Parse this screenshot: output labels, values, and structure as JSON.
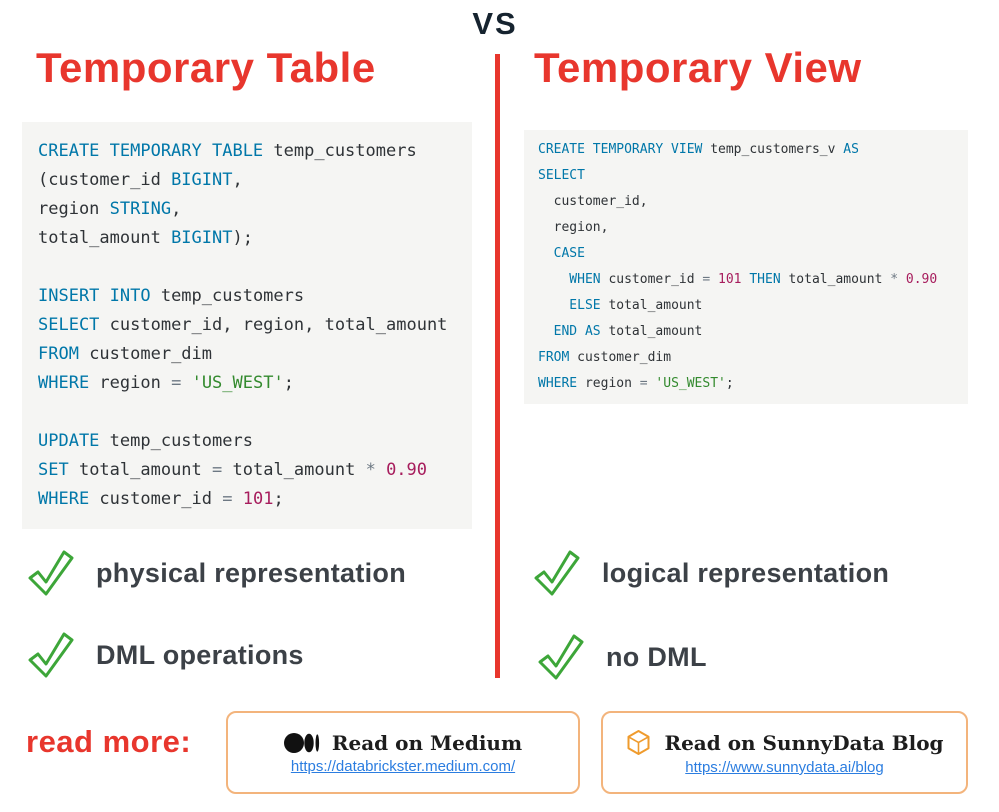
{
  "colors": {
    "accent_red": "#e8362d",
    "check_green": "#3da639",
    "keyword_blue": "#0077a9",
    "string_green": "#338a2e",
    "number_magenta": "#a71d5d",
    "link_blue": "#2b7de0",
    "card_border_orange": "#f3b47c"
  },
  "header": {
    "vs_label": "VS",
    "left_title": "Temporary Table",
    "right_title": "Temporary View"
  },
  "token_classes": {
    "k": "keyword",
    "p": "plain",
    "s": "string",
    "n": "number",
    "o": "operator"
  },
  "left_code": {
    "lines": [
      [
        [
          "k",
          "CREATE TEMPORARY TABLE"
        ],
        [
          "p",
          " temp_customers"
        ]
      ],
      [
        [
          "p",
          "(customer_id "
        ],
        [
          "k",
          "BIGINT"
        ],
        [
          "p",
          ","
        ]
      ],
      [
        [
          "p",
          "region "
        ],
        [
          "k",
          "STRING"
        ],
        [
          "p",
          ","
        ]
      ],
      [
        [
          "p",
          "total_amount "
        ],
        [
          "k",
          "BIGINT"
        ],
        [
          "p",
          ");"
        ]
      ],
      [],
      [
        [
          "k",
          "INSERT INTO"
        ],
        [
          "p",
          " temp_customers"
        ]
      ],
      [
        [
          "k",
          "SELECT"
        ],
        [
          "p",
          " customer_id, region, total_amount"
        ]
      ],
      [
        [
          "k",
          "FROM"
        ],
        [
          "p",
          " customer_dim"
        ]
      ],
      [
        [
          "k",
          "WHERE"
        ],
        [
          "p",
          " region "
        ],
        [
          "o",
          "="
        ],
        [
          "p",
          " "
        ],
        [
          "s",
          "'US_WEST'"
        ],
        [
          "p",
          ";"
        ]
      ],
      [],
      [
        [
          "k",
          "UPDATE"
        ],
        [
          "p",
          " temp_customers"
        ]
      ],
      [
        [
          "k",
          "SET"
        ],
        [
          "p",
          " total_amount "
        ],
        [
          "o",
          "="
        ],
        [
          "p",
          " total_amount "
        ],
        [
          "o",
          "*"
        ],
        [
          "p",
          " "
        ],
        [
          "n",
          "0.90"
        ]
      ],
      [
        [
          "k",
          "WHERE"
        ],
        [
          "p",
          " customer_id "
        ],
        [
          "o",
          "="
        ],
        [
          "p",
          " "
        ],
        [
          "n",
          "101"
        ],
        [
          "p",
          ";"
        ]
      ]
    ]
  },
  "right_code": {
    "lines": [
      [
        [
          "k",
          "CREATE TEMPORARY VIEW"
        ],
        [
          "p",
          " temp_customers_v "
        ],
        [
          "k",
          "AS"
        ]
      ],
      [
        [
          "k",
          "SELECT"
        ]
      ],
      [
        [
          "p",
          "  customer_id,"
        ]
      ],
      [
        [
          "p",
          "  region,"
        ]
      ],
      [
        [
          "k",
          "  CASE"
        ]
      ],
      [
        [
          "k",
          "    WHEN"
        ],
        [
          "p",
          " customer_id "
        ],
        [
          "o",
          "="
        ],
        [
          "p",
          " "
        ],
        [
          "n",
          "101"
        ],
        [
          "p",
          " "
        ],
        [
          "k",
          "THEN"
        ],
        [
          "p",
          " total_amount "
        ],
        [
          "o",
          "*"
        ],
        [
          "p",
          " "
        ],
        [
          "n",
          "0.90"
        ]
      ],
      [
        [
          "k",
          "    ELSE"
        ],
        [
          "p",
          " total_amount"
        ]
      ],
      [
        [
          "k",
          "  END AS"
        ],
        [
          "p",
          " total_amount"
        ]
      ],
      [
        [
          "k",
          "FROM"
        ],
        [
          "p",
          " customer_dim"
        ]
      ],
      [
        [
          "k",
          "WHERE"
        ],
        [
          "p",
          " region "
        ],
        [
          "o",
          "="
        ],
        [
          "p",
          " "
        ],
        [
          "s",
          "'US_WEST'"
        ],
        [
          "p",
          ";"
        ]
      ]
    ]
  },
  "features": {
    "left": [
      "physical representation",
      "DML operations"
    ],
    "right": [
      "logical representation",
      "no DML"
    ]
  },
  "read_more": {
    "label": "read more:",
    "links": [
      {
        "name": "medium",
        "title": "Read on Medium",
        "url": "https://databrickster.medium.com/"
      },
      {
        "name": "sunnydata",
        "title": "Read on SunnyData Blog",
        "url": "https://www.sunnydata.ai/blog"
      }
    ]
  }
}
